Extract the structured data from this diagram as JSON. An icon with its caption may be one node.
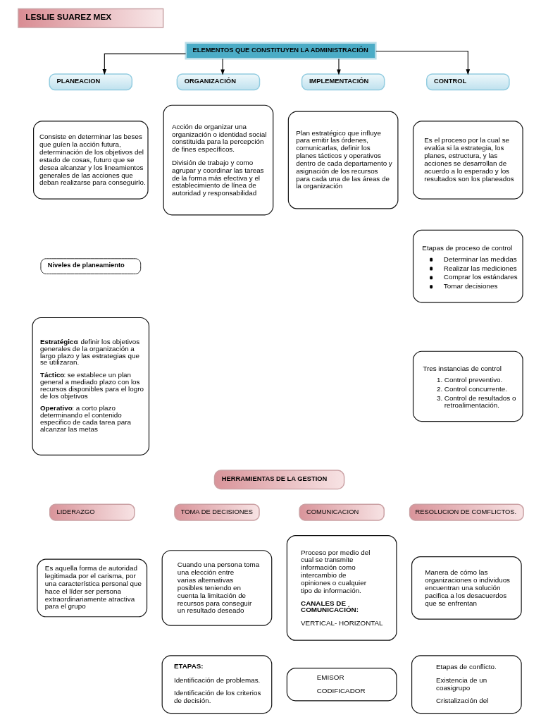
{
  "diagram": {
    "nodes": [
      {
        "text": [
          "LESLIE SUAREZ MEX"
        ]
      },
      {
        "text": [
          "ELEMENTOS QUE CONSTITUYEN LA ADMINISTRACIÓN"
        ]
      },
      {
        "text": [
          "PLANEACION"
        ]
      },
      {
        "text": [
          "ORGANIZACIÓN"
        ]
      },
      {
        "text": [
          "IMPLEMENTACIÓN"
        ]
      },
      {
        "text": [
          "CONTROL"
        ]
      },
      {
        "text": [
          "Consiste en determinar las beses que guíen la acción futura, determinación de los objetivos del estado de cosas, futuro que se desea alcanzar y los lineamientos generales de las acciones que deban realizarse para conseguirlo."
        ]
      },
      {
        "text": [
          "Acción de organizar una organización o identidad social constituida para la percepción de fines específicos.",
          "División de trabajo y como agrupar y coordinar las tareas de la forma más efectiva y el establecimiento de línea de autoridad y responsabilidad"
        ]
      },
      {
        "text": [
          "Plan estratégico que influye para emitir las órdenes, comunicarlas, definir los planes tácticos y operativos dentro de cada departamento y asignación de los recursos para cada una de las áreas de la organización"
        ]
      },
      {
        "text": [
          "Es el proceso por la cual se evalúa si la estrategia, los planes, estructura, y las acciones se desarrollan de acuerdo a lo esperado y los resultados son los planeados"
        ]
      },
      {
        "text": [
          "Niveles de planeamiento"
        ]
      },
      {
        "text": [
          "**Estratégico**: definir los objetivos generales de la organización a largo plazo y las estrategias que se utilizaran.",
          "**Táctico**: se establece un plan general a mediado plazo con los recursos disponibles para el logro de los objetivos",
          "**Operativo**: a corto plazo determinando el contenido especifico de cada tarea para alcanzar las metas"
        ]
      },
      {
        "text": [
          "Etapas de proceso de control",
          "Determinar las medidas",
          "Realizar las mediciones",
          "Comprar los estándares",
          "Tomar decisiones"
        ]
      },
      {
        "text": [
          "Tres instancias de control",
          "1. Control preventivo.",
          "2. Control concurrente.",
          "3. Control de resultados o retroalimentación."
        ]
      },
      {
        "text": [
          "HERRAMIENTAS DE LA GESTION"
        ]
      },
      {
        "text": [
          "LIDERAZGO"
        ]
      },
      {
        "text": [
          "TOMA DE DECISIONES"
        ]
      },
      {
        "text": [
          "COMUNICACION"
        ]
      },
      {
        "text": [
          "RESOLUCION DE COMFLICTOS."
        ]
      },
      {
        "text": [
          "Es aquella forma de autoridad legitimada por el carisma, por una característica personal que hace el líder ser persona extraordinariamente atractiva para el grupo"
        ]
      },
      {
        "text": [
          "Cuando una persona toma una elección entre varias alternativas posibles teniendo en cuenta la limitación de recursos para conseguir un resultado deseado"
        ]
      },
      {
        "text": [
          "Proceso por medio del cual se transmite información como intercambio de opiniones o cualquier tipo de información.",
          "CANALES DE COMUNICACIÓN:",
          "VERTICAL- HORIZONTAL"
        ]
      },
      {
        "text": [
          "Manera de cómo las organizaciones o individuos encuentran una solución pacifica a los desacuerdos que se enfrentan"
        ]
      },
      {
        "text": [
          "ETAPAS:",
          "Identificación de problemas.",
          "Identificación de los criterios de decisión."
        ]
      },
      {
        "text": [
          "Etapas de conflicto.",
          "Existencia de un coasigrupo",
          "Cristalización del"
        ]
      },
      {
        "text": [
          "EMISOR",
          "CODIFICADOR"
        ]
      }
    ],
    "edges": [
      {
        "from": 1,
        "to": 2,
        "arrow": "to"
      },
      {
        "from": 1,
        "to": 3,
        "arrow": "to"
      },
      {
        "from": 1,
        "to": 4,
        "arrow": "to"
      },
      {
        "from": 1,
        "to": 5,
        "arrow": "to"
      }
    ]
  }
}
